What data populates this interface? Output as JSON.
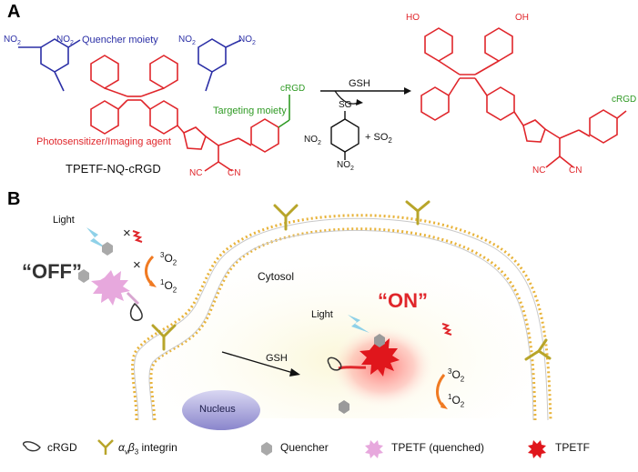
{
  "panel_a": {
    "letter": "A",
    "quencher_label": "Quencher moiety",
    "targeting_label": "Targeting moiety",
    "photosensitizer_label": "Photosensitizer/Imaging agent",
    "compound_name": "TPETF-NQ-cRGD",
    "reagent": "GSH",
    "byproduct_plus": "+ SO",
    "byproduct_sub": "2",
    "product_sg": "SG",
    "product_cRGD": "cRGD",
    "left_cRGD": "cRGD",
    "no2": "NO",
    "no2_sub": "2",
    "oh": "HO",
    "oh2": "OH",
    "nc": "NC",
    "cn": "CN",
    "o": "O",
    "s": "S",
    "colors": {
      "quencher": "#2b2fa6",
      "photosensitizer": "#e0262b",
      "targeting": "#2f9a24"
    }
  },
  "panel_b": {
    "letter": "B",
    "light_left": "Light",
    "light_right": "Light",
    "off_label": "“OFF”",
    "on_label": "“ON”",
    "cytosol_label": "Cytosol",
    "nucleus_label": "Nucleus",
    "gsh_label": "GSH",
    "triplet_o2": "O",
    "singlet_o2": "O",
    "sup3": "3",
    "sup1": "1",
    "sub2": "2",
    "cross_mark": "×"
  },
  "legend": {
    "crgd": "cRGD",
    "integrin_alpha": "α",
    "integrin_v": "v",
    "integrin_beta": "β",
    "integrin_3": "3",
    "integrin_word": " integrin",
    "quencher": "Quencher",
    "tpetf_quenched": "TPETF (quenched)",
    "tpetf": "TPETF"
  }
}
